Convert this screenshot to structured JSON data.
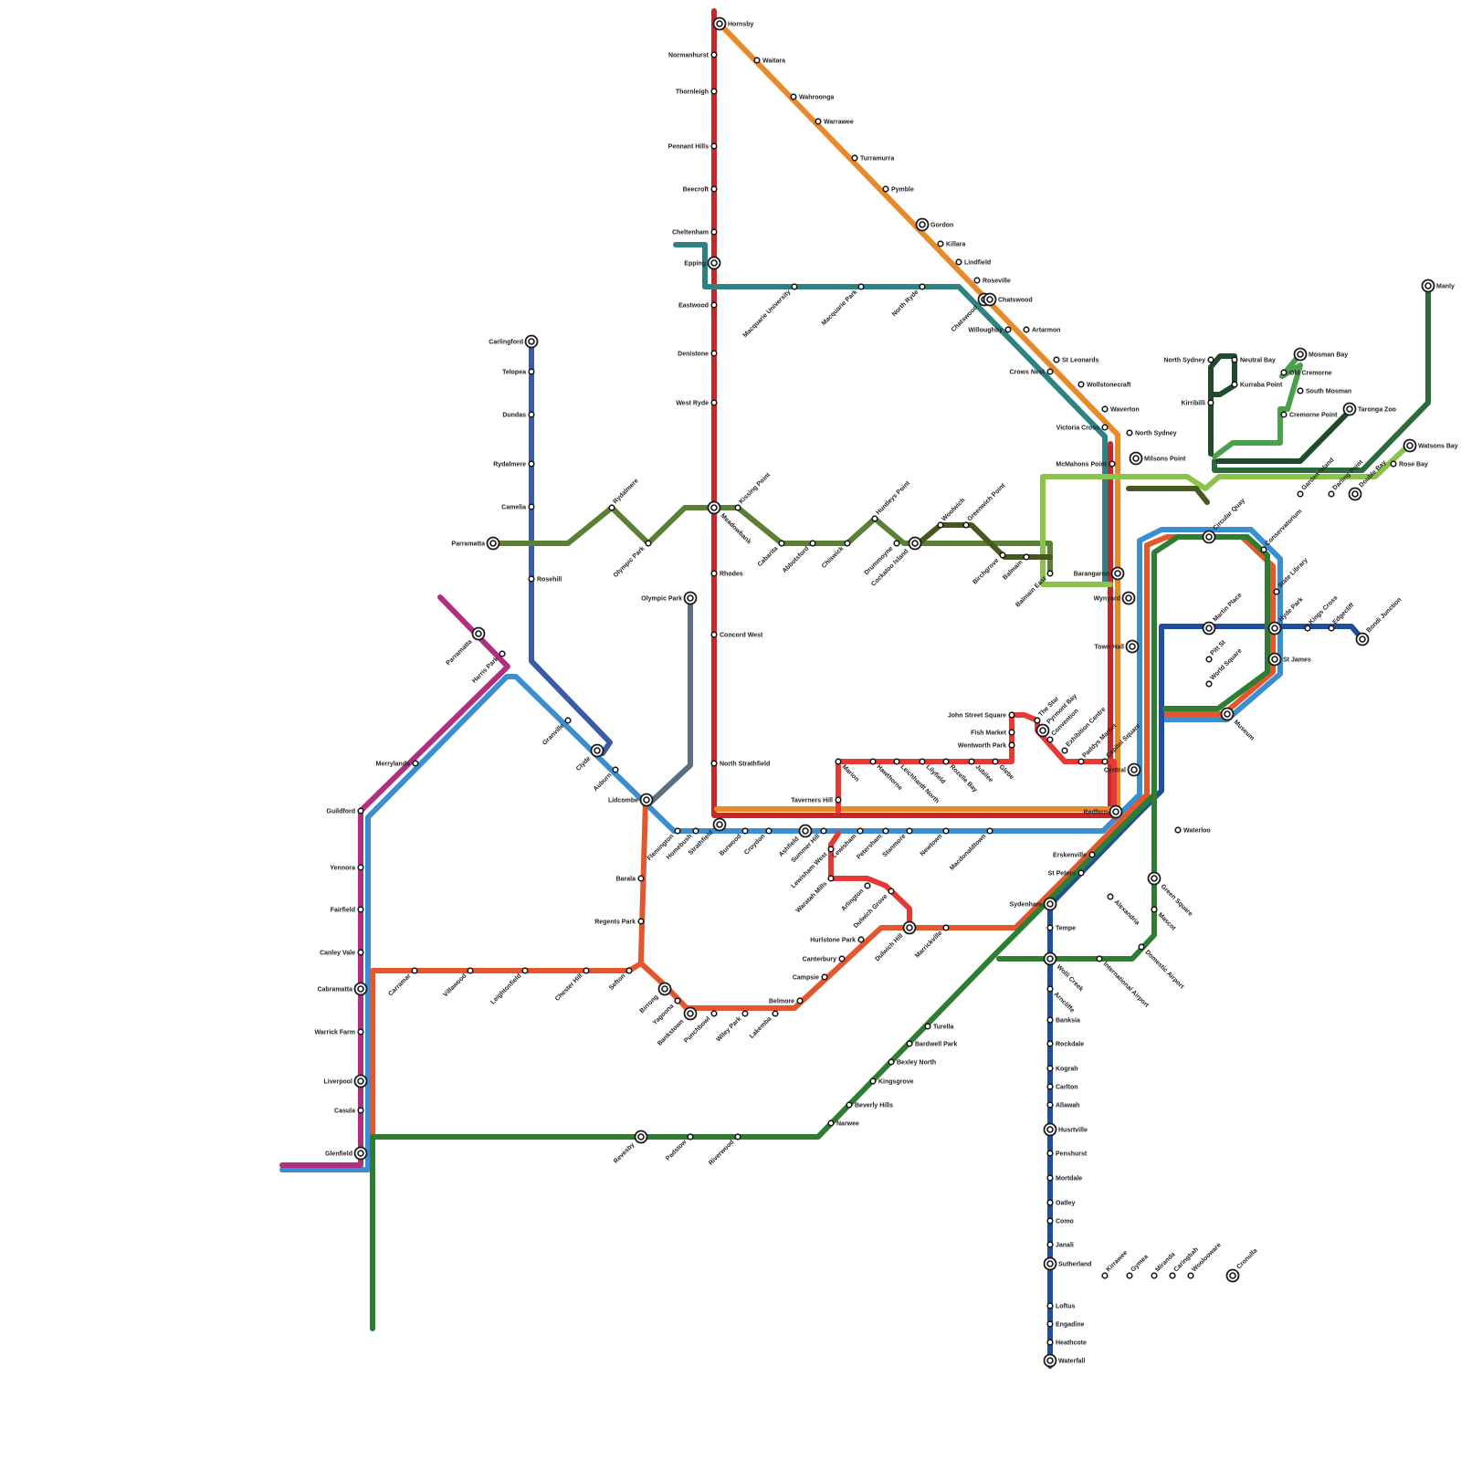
{
  "lines": [
    {
      "id": "t9-northern",
      "color": "#c62828"
    },
    {
      "id": "t1-north-shore",
      "color": "#e8892a"
    },
    {
      "id": "metro-north-west",
      "color": "#2f8284"
    },
    {
      "id": "t2-inner-west",
      "color": "#3b8ed0"
    },
    {
      "id": "t5-cumberland",
      "color": "#b0307f"
    },
    {
      "id": "t3-bankstown",
      "color": "#e4572e"
    },
    {
      "id": "t4-eastern-suburbs",
      "color": "#1f4f9c"
    },
    {
      "id": "t8-airport",
      "color": "#2e7d32"
    },
    {
      "id": "carlingford-line",
      "color": "#3a5ba8"
    },
    {
      "id": "olympic-park-line",
      "color": "#5c6f80"
    },
    {
      "id": "parramatta-river-ferry",
      "color": "#5a7f35"
    },
    {
      "id": "light-rail-l1",
      "color": "#e53935"
    },
    {
      "id": "manly-ferry",
      "color": "#2c6b3c"
    },
    {
      "id": "mosman-ferry",
      "color": "#49a24b"
    },
    {
      "id": "eastern-suburbs-ferry",
      "color": "#8bc34a"
    },
    {
      "id": "cockatoo-ferry",
      "color": "#44581f"
    },
    {
      "id": "neutral-bay-ferry",
      "color": "#1f4a2c"
    }
  ],
  "stations": [
    {
      "name": "Hornsby",
      "icon": "interchange-icon"
    },
    {
      "name": "Normanhurst",
      "icon": "station-icon"
    },
    {
      "name": "Thornleigh",
      "icon": "station-icon"
    },
    {
      "name": "Pennant Hills",
      "icon": "station-icon"
    },
    {
      "name": "Beecroft",
      "icon": "station-icon"
    },
    {
      "name": "Cheltenham",
      "icon": "station-icon"
    },
    {
      "name": "Epping",
      "icon": "interchange-icon"
    },
    {
      "name": "Eastwood",
      "icon": "station-icon"
    },
    {
      "name": "Denistone",
      "icon": "station-icon"
    },
    {
      "name": "West Ryde",
      "icon": "station-icon"
    },
    {
      "name": "Meadowbank",
      "icon": "interchange-icon"
    },
    {
      "name": "Rhodes",
      "icon": "station-icon"
    },
    {
      "name": "Concord West",
      "icon": "station-icon"
    },
    {
      "name": "North Strathfield",
      "icon": "station-icon"
    },
    {
      "name": "Strathfield",
      "icon": "interchange-icon"
    },
    {
      "name": "Waitara",
      "icon": "station-icon"
    },
    {
      "name": "Wahroonga",
      "icon": "station-icon"
    },
    {
      "name": "Warrawee",
      "icon": "station-icon"
    },
    {
      "name": "Turramurra",
      "icon": "station-icon"
    },
    {
      "name": "Pymble",
      "icon": "station-icon"
    },
    {
      "name": "Gordon",
      "icon": "interchange-icon"
    },
    {
      "name": "Killara",
      "icon": "station-icon"
    },
    {
      "name": "Lindfield",
      "icon": "station-icon"
    },
    {
      "name": "Roseville",
      "icon": "station-icon"
    },
    {
      "name": "Chatswood",
      "icon": "interchange-icon"
    },
    {
      "name": "Chatswood",
      "icon": "interchange-icon"
    },
    {
      "name": "Artarmon",
      "icon": "station-icon"
    },
    {
      "name": "Willoughby",
      "icon": "station-icon"
    },
    {
      "name": "St Leonards",
      "icon": "station-icon"
    },
    {
      "name": "Crows Nest",
      "icon": "station-icon"
    },
    {
      "name": "Wollstonecraft",
      "icon": "station-icon"
    },
    {
      "name": "Waverton",
      "icon": "station-icon"
    },
    {
      "name": "Victoria Cross",
      "icon": "station-icon"
    },
    {
      "name": "North Sydney",
      "icon": "station-icon"
    },
    {
      "name": "Milsons Point",
      "icon": "interchange-icon"
    },
    {
      "name": "McMahons Point",
      "icon": "station-icon"
    },
    {
      "name": "Macquarie University",
      "icon": "station-icon"
    },
    {
      "name": "Macquarie Park",
      "icon": "station-icon"
    },
    {
      "name": "North Ryde",
      "icon": "station-icon"
    },
    {
      "name": "Carlingford",
      "icon": "interchange-icon"
    },
    {
      "name": "Telopea",
      "icon": "station-icon"
    },
    {
      "name": "Dundas",
      "icon": "station-icon"
    },
    {
      "name": "Rydalmere",
      "icon": "station-icon"
    },
    {
      "name": "Camelia",
      "icon": "station-icon"
    },
    {
      "name": "Rosehill",
      "icon": "station-icon"
    },
    {
      "name": "Parramatta",
      "icon": "interchange-icon"
    },
    {
      "name": "Rydalmere",
      "icon": "station-icon"
    },
    {
      "name": "Olympic Park",
      "icon": "station-icon"
    },
    {
      "name": "Kissing Point",
      "icon": "station-icon"
    },
    {
      "name": "Cabarita",
      "icon": "station-icon"
    },
    {
      "name": "Abbotsford",
      "icon": "station-icon"
    },
    {
      "name": "Chiswick",
      "icon": "station-icon"
    },
    {
      "name": "Huntleys Point",
      "icon": "station-icon"
    },
    {
      "name": "Drummoyne",
      "icon": "station-icon"
    },
    {
      "name": "Cockatoo Island",
      "icon": "interchange-icon"
    },
    {
      "name": "Woolwich",
      "icon": "station-icon"
    },
    {
      "name": "Greenwich Point",
      "icon": "station-icon"
    },
    {
      "name": "Birchgrove",
      "icon": "station-icon"
    },
    {
      "name": "Balmain",
      "icon": "station-icon"
    },
    {
      "name": "Balmain East",
      "icon": "station-icon"
    },
    {
      "name": "Barangaroo",
      "icon": "interchange-icon"
    },
    {
      "name": "Olympic Park",
      "icon": "interchange-icon"
    },
    {
      "name": "Lidcombe",
      "icon": "interchange-icon"
    },
    {
      "name": "Parramatta",
      "icon": "interchange-icon"
    },
    {
      "name": "Harris Park",
      "icon": "station-icon"
    },
    {
      "name": "Granville",
      "icon": "station-icon"
    },
    {
      "name": "Clyde",
      "icon": "interchange-icon"
    },
    {
      "name": "Auburn",
      "icon": "station-icon"
    },
    {
      "name": "Merrylands",
      "icon": "station-icon"
    },
    {
      "name": "Guildford",
      "icon": "station-icon"
    },
    {
      "name": "Yennora",
      "icon": "station-icon"
    },
    {
      "name": "Fairfield",
      "icon": "station-icon"
    },
    {
      "name": "Canley Vale",
      "icon": "station-icon"
    },
    {
      "name": "Cabramatta",
      "icon": "interchange-icon"
    },
    {
      "name": "Warrick Farm",
      "icon": "station-icon"
    },
    {
      "name": "Liverpool",
      "icon": "interchange-icon"
    },
    {
      "name": "Casula",
      "icon": "station-icon"
    },
    {
      "name": "Glenfield",
      "icon": "interchange-icon"
    },
    {
      "name": "Flemington",
      "icon": "station-icon"
    },
    {
      "name": "Homebush",
      "icon": "station-icon"
    },
    {
      "name": "Burwood",
      "icon": "station-icon"
    },
    {
      "name": "Croydon",
      "icon": "station-icon"
    },
    {
      "name": "Ashfield",
      "icon": "interchange-icon"
    },
    {
      "name": "Summer Hill",
      "icon": "station-icon"
    },
    {
      "name": "Lewisham",
      "icon": "station-icon"
    },
    {
      "name": "Petersham",
      "icon": "station-icon"
    },
    {
      "name": "Stanmore",
      "icon": "station-icon"
    },
    {
      "name": "Newtown",
      "icon": "station-icon"
    },
    {
      "name": "Macdonaldtown",
      "icon": "station-icon"
    },
    {
      "name": "Redfern",
      "icon": "interchange-icon"
    },
    {
      "name": "Central",
      "icon": "interchange-icon"
    },
    {
      "name": "Town Hall",
      "icon": "interchange-icon"
    },
    {
      "name": "Wynyard",
      "icon": "interchange-icon"
    },
    {
      "name": "Circular Quay",
      "icon": "interchange-icon"
    },
    {
      "name": "St James",
      "icon": "interchange-icon"
    },
    {
      "name": "Museum",
      "icon": "interchange-icon"
    },
    {
      "name": "Martin Place",
      "icon": "interchange-icon"
    },
    {
      "name": "Pitt St",
      "icon": "station-icon"
    },
    {
      "name": "World Square",
      "icon": "station-icon"
    },
    {
      "name": "Kings Cross",
      "icon": "station-icon"
    },
    {
      "name": "Edgecliff",
      "icon": "station-icon"
    },
    {
      "name": "Bondi Junction",
      "icon": "interchange-icon"
    },
    {
      "name": "Hyde Park",
      "icon": "interchange-icon"
    },
    {
      "name": "State Library",
      "icon": "station-icon"
    },
    {
      "name": "Conservatorium",
      "icon": "station-icon"
    },
    {
      "name": "Barala",
      "icon": "station-icon"
    },
    {
      "name": "Regents Park",
      "icon": "station-icon"
    },
    {
      "name": "Sefton",
      "icon": "station-icon"
    },
    {
      "name": "Chester Hill",
      "icon": "station-icon"
    },
    {
      "name": "Leightonfield",
      "icon": "station-icon"
    },
    {
      "name": "Villawood",
      "icon": "station-icon"
    },
    {
      "name": "Carramar",
      "icon": "station-icon"
    },
    {
      "name": "Birrong",
      "icon": "interchange-icon"
    },
    {
      "name": "Yagoona",
      "icon": "station-icon"
    },
    {
      "name": "Bankstown",
      "icon": "interchange-icon"
    },
    {
      "name": "Punchbowl",
      "icon": "station-icon"
    },
    {
      "name": "Wiley Park",
      "icon": "station-icon"
    },
    {
      "name": "Lakemba",
      "icon": "station-icon"
    },
    {
      "name": "Belmore",
      "icon": "station-icon"
    },
    {
      "name": "Campsie",
      "icon": "station-icon"
    },
    {
      "name": "Canterbury",
      "icon": "station-icon"
    },
    {
      "name": "Hurlstone Park",
      "icon": "station-icon"
    },
    {
      "name": "Dulwich Hill",
      "icon": "interchange-icon"
    },
    {
      "name": "Marrickville",
      "icon": "station-icon"
    },
    {
      "name": "Sydenham",
      "icon": "interchange-icon"
    },
    {
      "name": "Tempe",
      "icon": "station-icon"
    },
    {
      "name": "Wolli Creek",
      "icon": "interchange-icon"
    },
    {
      "name": "Arncliffe",
      "icon": "station-icon"
    },
    {
      "name": "Banksia",
      "icon": "station-icon"
    },
    {
      "name": "Rockdale",
      "icon": "station-icon"
    },
    {
      "name": "Kograh",
      "icon": "station-icon"
    },
    {
      "name": "Carlton",
      "icon": "station-icon"
    },
    {
      "name": "Allawah",
      "icon": "station-icon"
    },
    {
      "name": "Husrtville",
      "icon": "interchange-icon"
    },
    {
      "name": "Penshurst",
      "icon": "station-icon"
    },
    {
      "name": "Mortdale",
      "icon": "station-icon"
    },
    {
      "name": "Oatley",
      "icon": "station-icon"
    },
    {
      "name": "Como",
      "icon": "station-icon"
    },
    {
      "name": "Janali",
      "icon": "station-icon"
    },
    {
      "name": "Sutherland",
      "icon": "interchange-icon"
    },
    {
      "name": "Loftus",
      "icon": "station-icon"
    },
    {
      "name": "Engadine",
      "icon": "station-icon"
    },
    {
      "name": "Heathcote",
      "icon": "station-icon"
    },
    {
      "name": "Waterfall",
      "icon": "interchange-icon"
    },
    {
      "name": "Kirrawee",
      "icon": "station-icon"
    },
    {
      "name": "Gymea",
      "icon": "station-icon"
    },
    {
      "name": "Miranda",
      "icon": "station-icon"
    },
    {
      "name": "Caringbah",
      "icon": "station-icon"
    },
    {
      "name": "Woolooware",
      "icon": "station-icon"
    },
    {
      "name": "Cronulla",
      "icon": "interchange-icon"
    },
    {
      "name": "Erskenville",
      "icon": "station-icon"
    },
    {
      "name": "St Peters",
      "icon": "station-icon"
    },
    {
      "name": "Alexandria",
      "icon": "station-icon"
    },
    {
      "name": "Green Square",
      "icon": "interchange-icon"
    },
    {
      "name": "Waterloo",
      "icon": "station-icon"
    },
    {
      "name": "Mascot",
      "icon": "station-icon"
    },
    {
      "name": "Domestic Airport",
      "icon": "station-icon"
    },
    {
      "name": "International Airport",
      "icon": "station-icon"
    },
    {
      "name": "Turella",
      "icon": "station-icon"
    },
    {
      "name": "Bardwell Park",
      "icon": "station-icon"
    },
    {
      "name": "Bexley North",
      "icon": "station-icon"
    },
    {
      "name": "Kingsgrove",
      "icon": "station-icon"
    },
    {
      "name": "Beverly Hills",
      "icon": "station-icon"
    },
    {
      "name": "Narwee",
      "icon": "station-icon"
    },
    {
      "name": "Riverwood",
      "icon": "station-icon"
    },
    {
      "name": "Padstow",
      "icon": "station-icon"
    },
    {
      "name": "Revesby",
      "icon": "interchange-icon"
    },
    {
      "name": "Taverners Hill",
      "icon": "station-icon"
    },
    {
      "name": "Marion",
      "icon": "station-icon"
    },
    {
      "name": "Hawthorne",
      "icon": "station-icon"
    },
    {
      "name": "Leichhardt North",
      "icon": "station-icon"
    },
    {
      "name": "Lilyfield",
      "icon": "station-icon"
    },
    {
      "name": "Rozelle Bay",
      "icon": "station-icon"
    },
    {
      "name": "Jubilee",
      "icon": "station-icon"
    },
    {
      "name": "Glebe",
      "icon": "station-icon"
    },
    {
      "name": "Wentworth Park",
      "icon": "station-icon"
    },
    {
      "name": "Fish Market",
      "icon": "station-icon"
    },
    {
      "name": "John Street Square",
      "icon": "station-icon"
    },
    {
      "name": "The Star",
      "icon": "station-icon"
    },
    {
      "name": "Pyrmont Bay",
      "icon": "interchange-icon"
    },
    {
      "name": "Convention",
      "icon": "station-icon"
    },
    {
      "name": "Exhibition Centre",
      "icon": "station-icon"
    },
    {
      "name": "Paddys Market",
      "icon": "station-icon"
    },
    {
      "name": "Capitol Square",
      "icon": "station-icon"
    },
    {
      "name": "Lewisham West",
      "icon": "station-icon"
    },
    {
      "name": "Waratah Mills",
      "icon": "station-icon"
    },
    {
      "name": "Arlington",
      "icon": "station-icon"
    },
    {
      "name": "Dulwich Grove",
      "icon": "station-icon"
    },
    {
      "name": "Manly",
      "icon": "interchange-icon"
    },
    {
      "name": "Watsons Bay",
      "icon": "interchange-icon"
    },
    {
      "name": "Rose Bay",
      "icon": "station-icon"
    },
    {
      "name": "Taronga Zoo",
      "icon": "interchange-icon"
    },
    {
      "name": "Mosman Bay",
      "icon": "interchange-icon"
    },
    {
      "name": "Old Cremorne",
      "icon": "station-icon"
    },
    {
      "name": "South Mosman",
      "icon": "station-icon"
    },
    {
      "name": "Cremorne Point",
      "icon": "station-icon"
    },
    {
      "name": "North Sydney",
      "icon": "station-icon"
    },
    {
      "name": "Neutral Bay",
      "icon": "station-icon"
    },
    {
      "name": "Kurraba Point",
      "icon": "station-icon"
    },
    {
      "name": "Kirribilli",
      "icon": "station-icon"
    },
    {
      "name": "Garden Island",
      "icon": "station-icon"
    },
    {
      "name": "Darling Point",
      "icon": "station-icon"
    },
    {
      "name": "Double Bay",
      "icon": "interchange-icon"
    }
  ]
}
